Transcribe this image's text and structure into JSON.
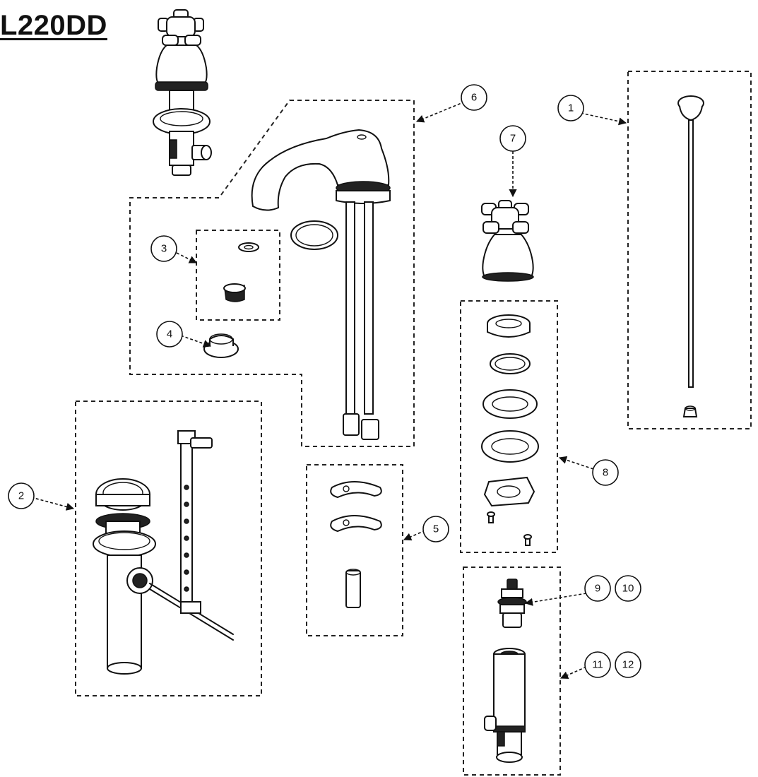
{
  "title": "L220DD",
  "callouts": [
    "1",
    "2",
    "3",
    "4",
    "5",
    "6",
    "7",
    "8",
    "9",
    "10",
    "11",
    "12"
  ],
  "colors": {
    "ink": "#111111",
    "paper": "#ffffff"
  }
}
